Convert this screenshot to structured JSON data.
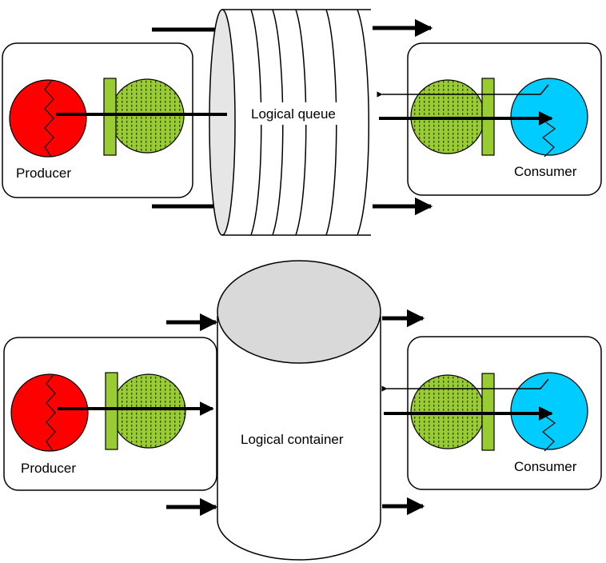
{
  "colors": {
    "producer_fill": "#ff0000",
    "consumer_fill": "#00ccff",
    "lock_green": "#99cc33",
    "lock_dots": "#2f4f00",
    "store_gray": "#d9d9d9",
    "line": "#000000"
  },
  "top_diagram": {
    "store_label": "Logical queue",
    "producer_label": "Producer",
    "consumer_label": "Consumer"
  },
  "bottom_diagram": {
    "store_label": "Logical container",
    "producer_label": "Producer",
    "consumer_label": "Consumer"
  }
}
